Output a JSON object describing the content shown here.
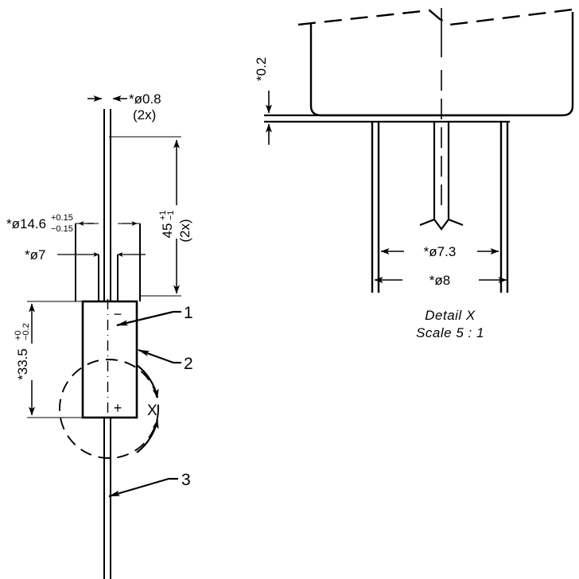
{
  "drawing": {
    "type": "mechanical-engineering-drawing",
    "sheet_size": "728x728",
    "line_color": "#000000",
    "background_color": "#ffffff"
  },
  "main_view": {
    "dimensions": {
      "wire_diameter": {
        "value": "*ø0.8",
        "qualifier": "(2x)"
      },
      "lead_length": {
        "value": "45",
        "tol_upper": "+1",
        "tol_lower": "−1",
        "qualifier": "(2x)"
      },
      "outer_span": {
        "value": "*ø14.6",
        "tol_upper": "+0.15",
        "tol_lower": "−0.15"
      },
      "inner_span": {
        "value": "*ø7"
      },
      "body_height": {
        "value": "*33.5",
        "tol_upper": "+0",
        "tol_lower": "−0.2"
      }
    },
    "polarity": {
      "negative": "−",
      "positive": "+"
    },
    "detail_marker": {
      "label": "X"
    },
    "item_balloons": [
      {
        "label": "1"
      },
      {
        "label": "2"
      },
      {
        "label": "3"
      }
    ]
  },
  "detail_view": {
    "title": "Detail  X",
    "scale": "Scale   5 : 1",
    "dimensions": {
      "plate_thickness": {
        "value": "*0.2"
      },
      "inner_diameter": {
        "value": "*ø7.3"
      },
      "outer_diameter": {
        "value": "*ø8"
      }
    }
  }
}
